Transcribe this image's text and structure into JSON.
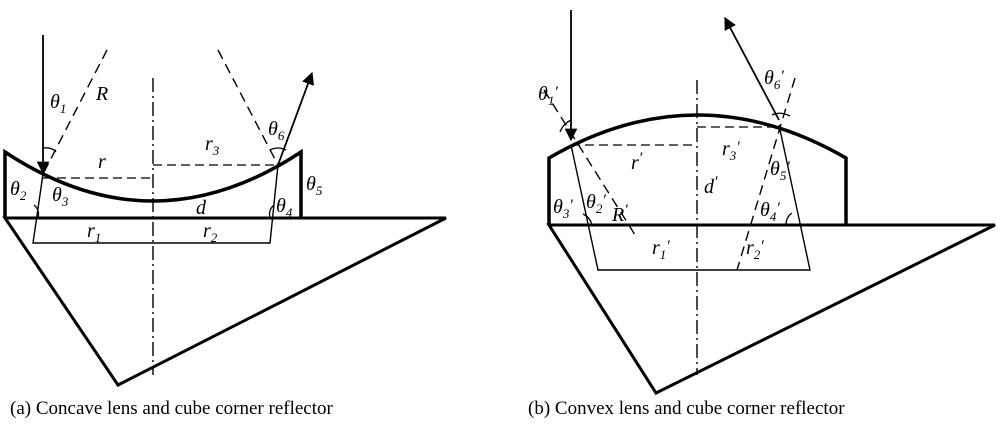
{
  "panel_a": {
    "caption": "(a) Concave lens and cube corner reflector",
    "labels": {
      "theta1": "θ",
      "theta1_sub": "1",
      "R": "R",
      "r": "r",
      "r3": "r",
      "r3_sub": "3",
      "theta6": "θ",
      "theta6_sub": "6",
      "theta5": "θ",
      "theta5_sub": "5",
      "theta2": "θ",
      "theta2_sub": "2",
      "theta3": "θ",
      "theta3_sub": "3",
      "d": "d",
      "theta4": "θ",
      "theta4_sub": "4",
      "r1": "r",
      "r1_sub": "1",
      "r2": "r",
      "r2_sub": "2"
    }
  },
  "panel_b": {
    "caption": "(b) Convex lens and cube corner reflector",
    "labels": {
      "theta1": "θ",
      "theta1_sub": "1",
      "theta6": "θ",
      "theta6_sub": "6",
      "r": "r",
      "r3": "r",
      "r3_sub": "3",
      "R": "R",
      "d": "d",
      "theta5": "θ",
      "theta5_sub": "5",
      "theta3": "θ",
      "theta3_sub": "3",
      "theta2": "θ",
      "theta2_sub": "2",
      "theta4": "θ",
      "theta4_sub": "4",
      "r1": "r",
      "r1_sub": "1",
      "r2": "r",
      "r2_sub": "2",
      "prime": "′"
    }
  }
}
